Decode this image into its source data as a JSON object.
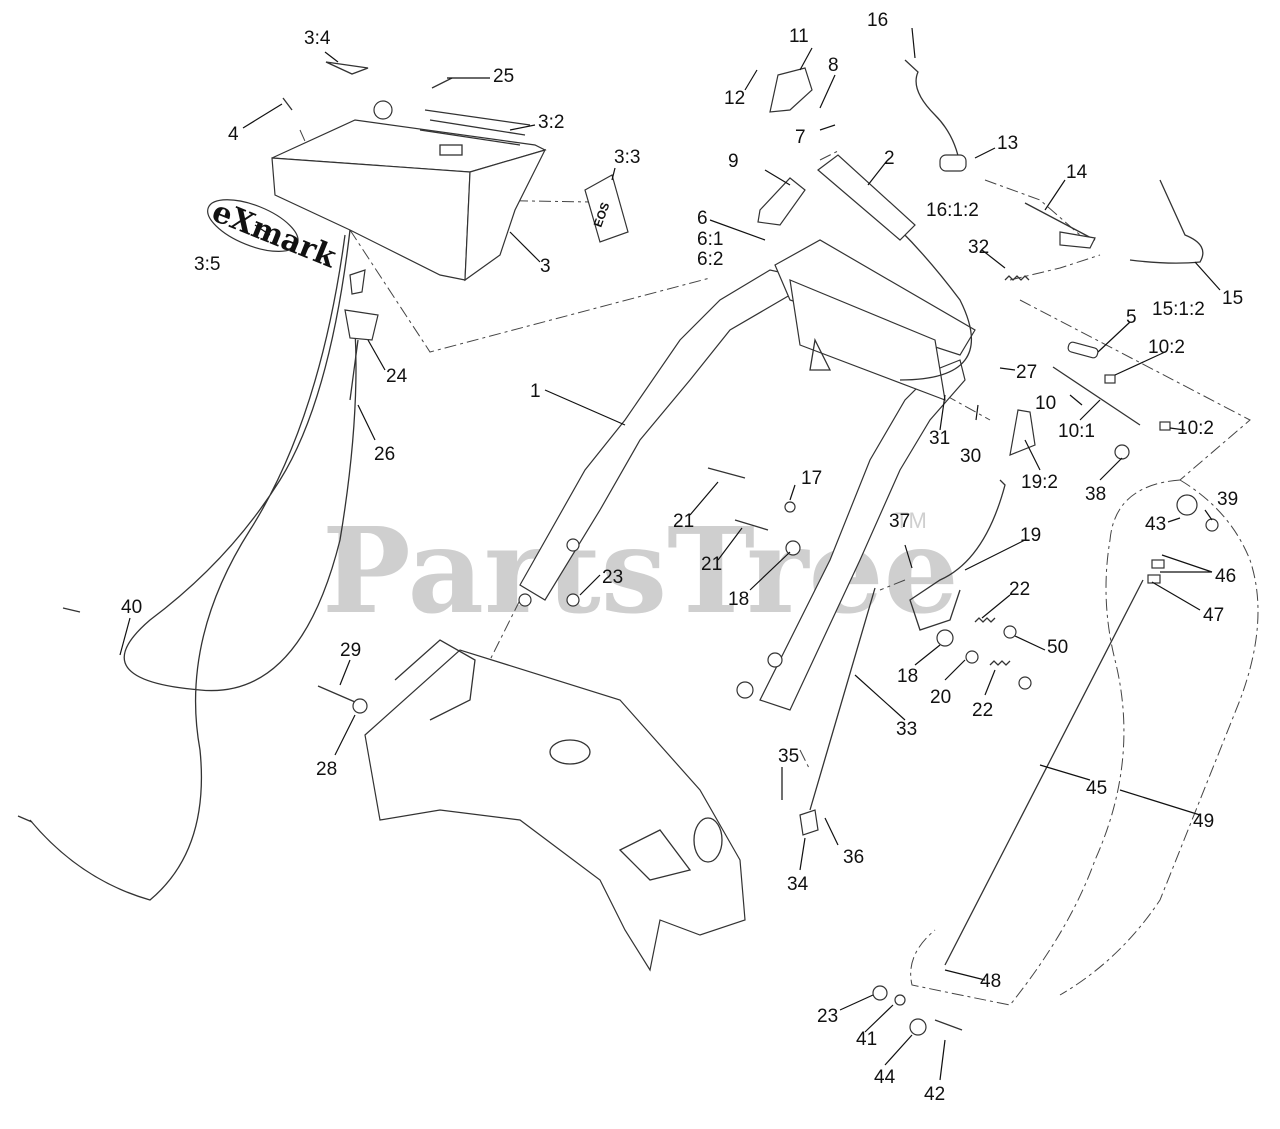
{
  "watermark": {
    "text": "PartsTree",
    "trademark": "TM"
  },
  "logo": {
    "text": "eXmark"
  },
  "decal": {
    "text": "EOS"
  },
  "callouts": {
    "c1": "1",
    "c2": "2",
    "c3": "3",
    "c3_2": "3:2",
    "c3_3": "3:3",
    "c3_4": "3:4",
    "c3_5": "3:5",
    "c4": "4",
    "c5": "5",
    "c6": "6",
    "c6_1": "6:1",
    "c6_2": "6:2",
    "c7": "7",
    "c8": "8",
    "c9": "9",
    "c10": "10",
    "c10_1": "10:1",
    "c10_2a": "10:2",
    "c10_2b": "10:2",
    "c11": "11",
    "c12": "12",
    "c13": "13",
    "c14": "14",
    "c15": "15",
    "c15_1_2": "15:1:2",
    "c16": "16",
    "c16_1_2": "16:1:2",
    "c17": "17",
    "c18a": "18",
    "c18b": "18",
    "c19": "19",
    "c19_2": "19:2",
    "c20": "20",
    "c21a": "21",
    "c21b": "21",
    "c22a": "22",
    "c22b": "22",
    "c23a": "23",
    "c23b": "23",
    "c24": "24",
    "c25": "25",
    "c26": "26",
    "c27": "27",
    "c28": "28",
    "c29": "29",
    "c30": "30",
    "c31": "31",
    "c32": "32",
    "c33": "33",
    "c34": "34",
    "c35": "35",
    "c36": "36",
    "c37": "37",
    "c38": "38",
    "c39": "39",
    "c40": "40",
    "c41": "41",
    "c42": "42",
    "c43": "43",
    "c44": "44",
    "c45": "45",
    "c46": "46",
    "c47": "47",
    "c48": "48",
    "c49": "49",
    "c50": "50"
  }
}
